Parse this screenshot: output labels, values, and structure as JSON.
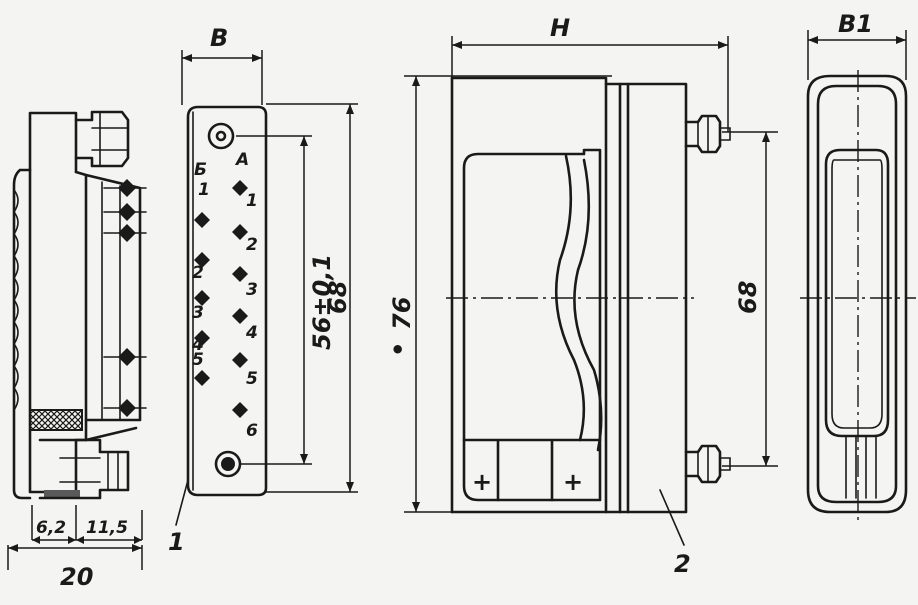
{
  "diagram": {
    "dimensions": {
      "width_b": "В",
      "height_h": "Н",
      "width_b1": "В1",
      "overall_height": "76",
      "body_height_side": "68",
      "hole_spacing": "56±0,1",
      "body_height_front": "68",
      "side_width_total": "20",
      "side_part_a": "6,2",
      "side_part_b": "11,5"
    },
    "column_labels": {
      "left": "Б",
      "right": "А"
    },
    "pin_numbers_left": [
      "1",
      "2",
      "3",
      "4",
      "5"
    ],
    "pin_numbers_right": [
      "1",
      "2",
      "3",
      "4",
      "5",
      "6"
    ],
    "callouts": {
      "part_1": "1",
      "part_2": "2"
    },
    "plus_left": "+",
    "plus_right": "+",
    "dot_mark": "•"
  }
}
